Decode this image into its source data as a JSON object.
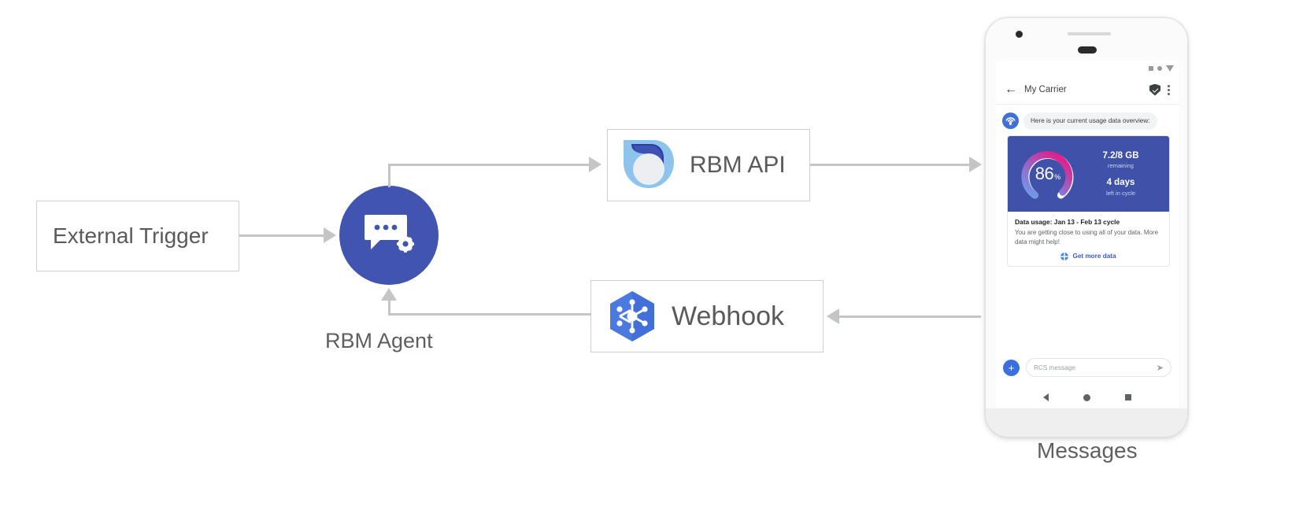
{
  "diagram": {
    "nodes": {
      "external_trigger": {
        "label": "External Trigger"
      },
      "rbm_agent": {
        "label": "RBM Agent",
        "icon": "chat-gear-icon"
      },
      "rbm_api": {
        "label": "RBM API",
        "icon": "rbm-droplet-icon"
      },
      "webhook": {
        "label": "Webhook",
        "icon": "cloud-functions-hexagon-icon"
      },
      "messages": {
        "label": "Messages"
      }
    },
    "colors": {
      "agent_blue": "#4154b0",
      "connector_gray": "#c3c5c7",
      "box_border": "#cfcfcf",
      "webhook_blue": "#4a7ae0",
      "rbm_api_light_blue": "#8ec3ec",
      "rbm_api_dark_blue": "#2b3ea8"
    }
  },
  "phone": {
    "statusbar": {
      "icons": [
        "square-icon",
        "circle-icon",
        "triangle-down-icon"
      ]
    },
    "appbar": {
      "back_icon": "back-arrow-icon",
      "title": "My Carrier",
      "verified_icon": "verified-shield-icon",
      "overflow_icon": "kebab-menu-icon"
    },
    "message": {
      "avatar_icon": "rcs-agent-icon",
      "text": "Here is your current usage data overview:"
    },
    "card": {
      "gauge": {
        "percent": "86",
        "percent_symbol": "%",
        "value": 86
      },
      "stats": [
        {
          "main": "7.2/8 GB",
          "sub": "remaining"
        },
        {
          "main": "4 days",
          "sub": "left in cycle"
        }
      ],
      "title": "Data usage: Jan 13 - Feb 13 cycle",
      "description": "You are getting close to using all of your data. More data might help!",
      "action": {
        "label": "Get more data",
        "icon": "globe-icon"
      },
      "hero_bg": "#3f51a8"
    },
    "composer": {
      "add_icon": "plus-icon",
      "placeholder": "RCS message",
      "send_icon": "send-icon"
    },
    "navbar": {
      "icons": [
        "nav-back-icon",
        "nav-home-icon",
        "nav-recents-icon"
      ]
    }
  }
}
